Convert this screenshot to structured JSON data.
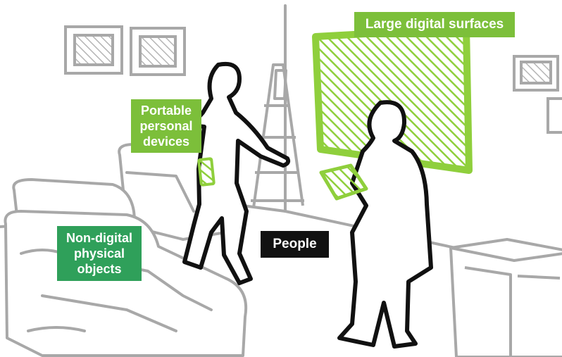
{
  "labels": {
    "large_digital_surfaces": "Large digital surfaces",
    "portable_personal_devices": "Portable\npersonal\ndevices",
    "non_digital_physical_objects": "Non-digital\nphysical\nobjects",
    "people": "People"
  },
  "colors": {
    "surface_green": "#7cbf3a",
    "objects_green": "#2fa05a",
    "people_black": "#111111",
    "sketch_gray": "#a8a8a8",
    "hatch_green": "#8fcf3c"
  }
}
